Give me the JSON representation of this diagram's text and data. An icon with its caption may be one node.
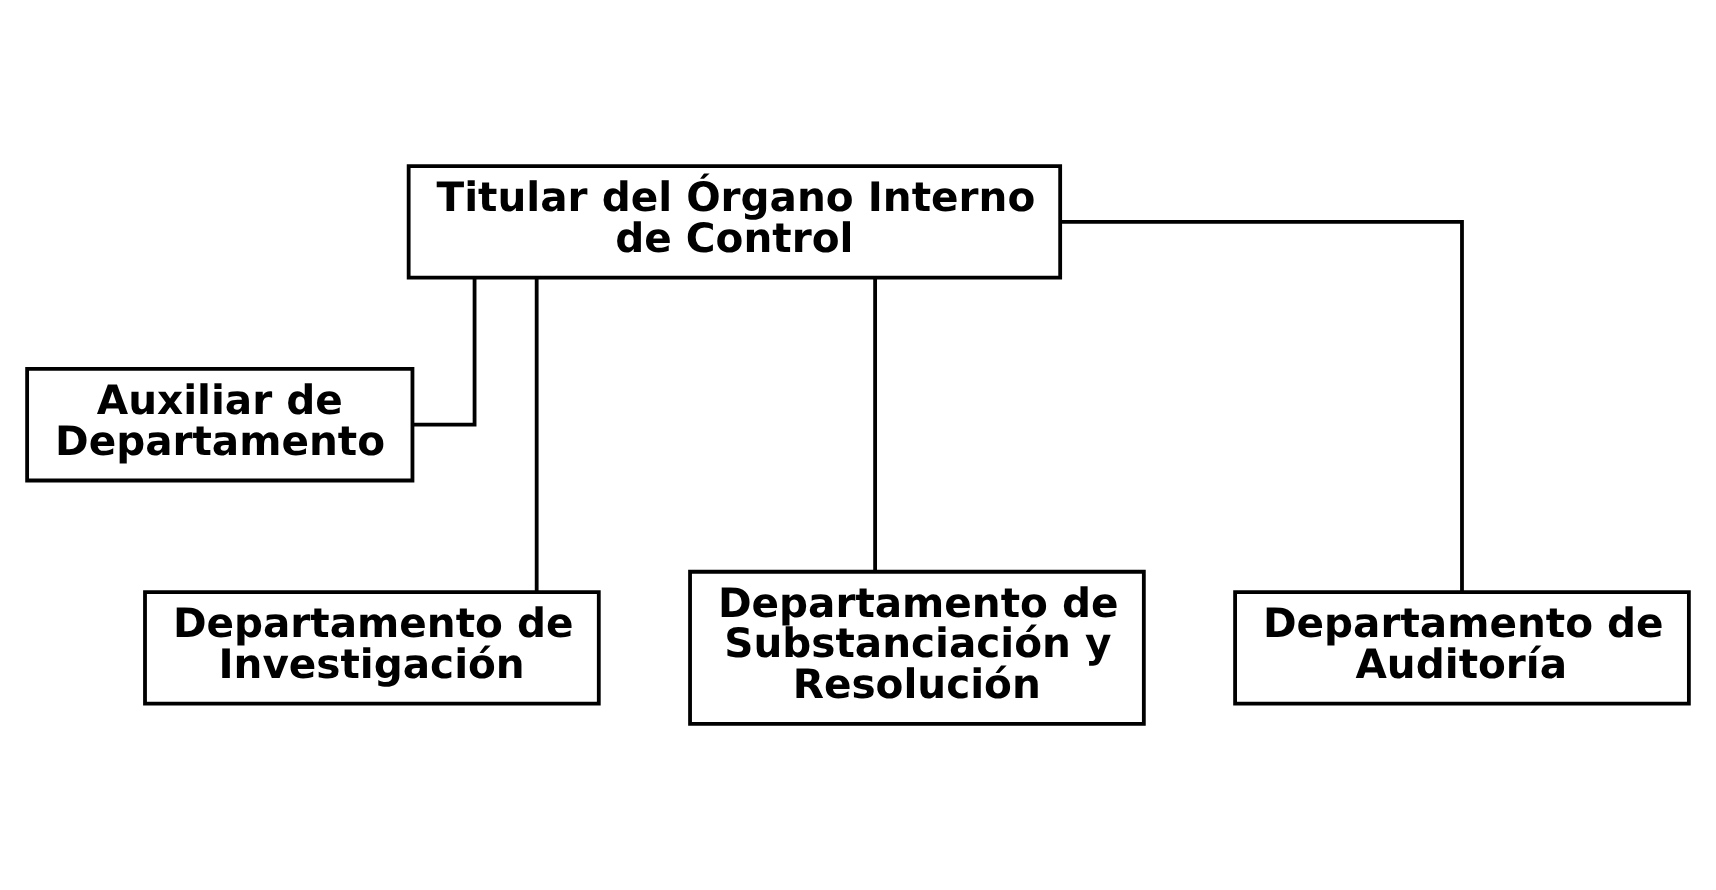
{
  "diagram": {
    "nodes": [
      {
        "text": [
          "Titular del Órgano Interno de Control"
        ]
      },
      {
        "text": [
          "Auxiliar de Departamento"
        ]
      },
      {
        "text": [
          "Departamento de Investigación"
        ]
      },
      {
        "text": [
          "Departamento de Substanciación y Resolución"
        ]
      },
      {
        "text": [
          "Departamento de Auditoría"
        ]
      }
    ],
    "edges": [
      {
        "from": 0,
        "to": 1,
        "arrow": "none"
      },
      {
        "from": 0,
        "to": 2,
        "arrow": "none"
      },
      {
        "from": 0,
        "to": 3,
        "arrow": "none"
      },
      {
        "from": 0,
        "to": 4,
        "arrow": "none"
      }
    ]
  }
}
